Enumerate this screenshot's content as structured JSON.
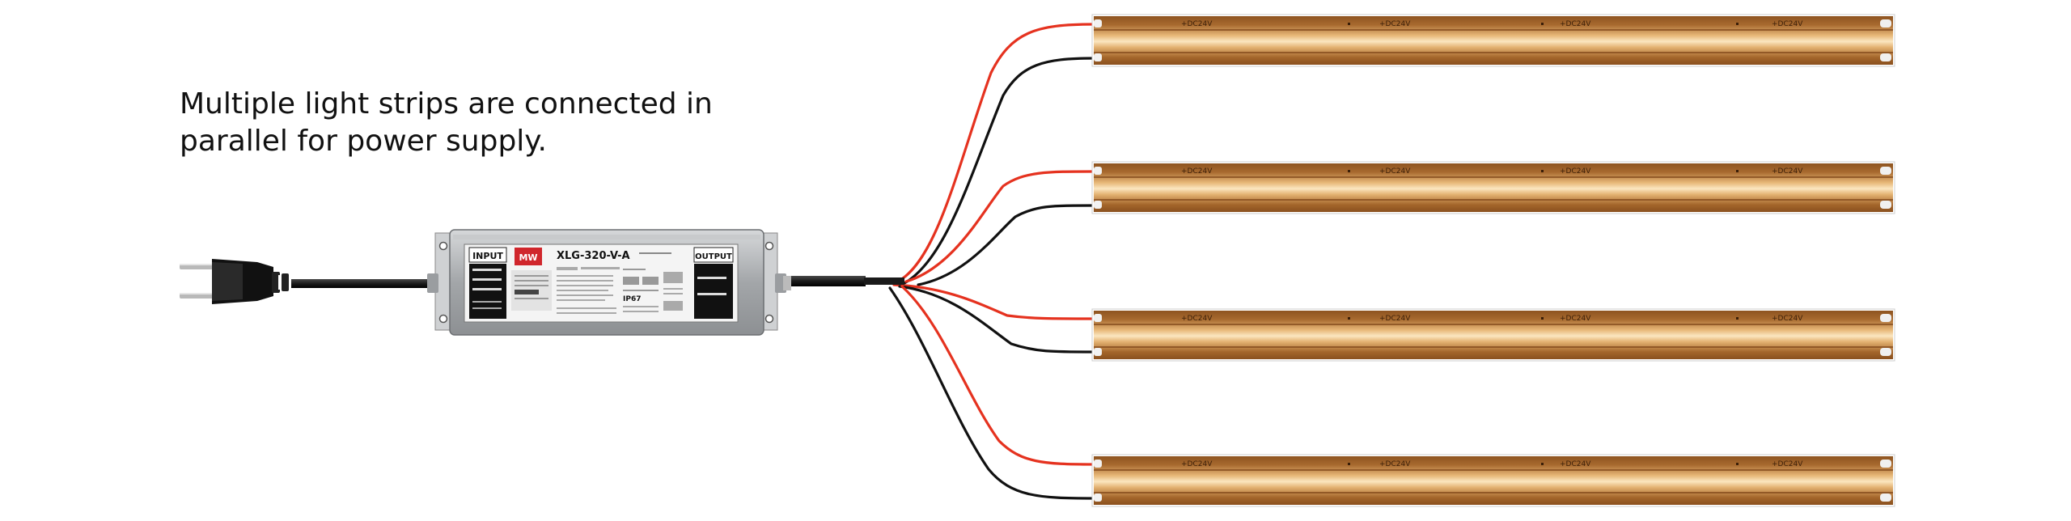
{
  "caption": {
    "line1": "Multiple light strips are connected in",
    "line2": "parallel for power supply."
  },
  "driver": {
    "model": "XLG-320-V-A",
    "input_label": "INPUT",
    "output_label": "OUTPUT",
    "brand": "MW",
    "ip_rating": "IP67"
  },
  "strip": {
    "voltage_label": "+DC24V",
    "count": 4
  },
  "colors": {
    "strip_body": "#a0652c",
    "strip_glow": "#f6d7a0",
    "red_wire": "#e5321f",
    "black_wire": "#111111",
    "driver_case": "#a8abae",
    "driver_label": "#f2f2f2"
  },
  "icons": [
    "plug-icon",
    "driver-icon",
    "led-strip-icon"
  ]
}
